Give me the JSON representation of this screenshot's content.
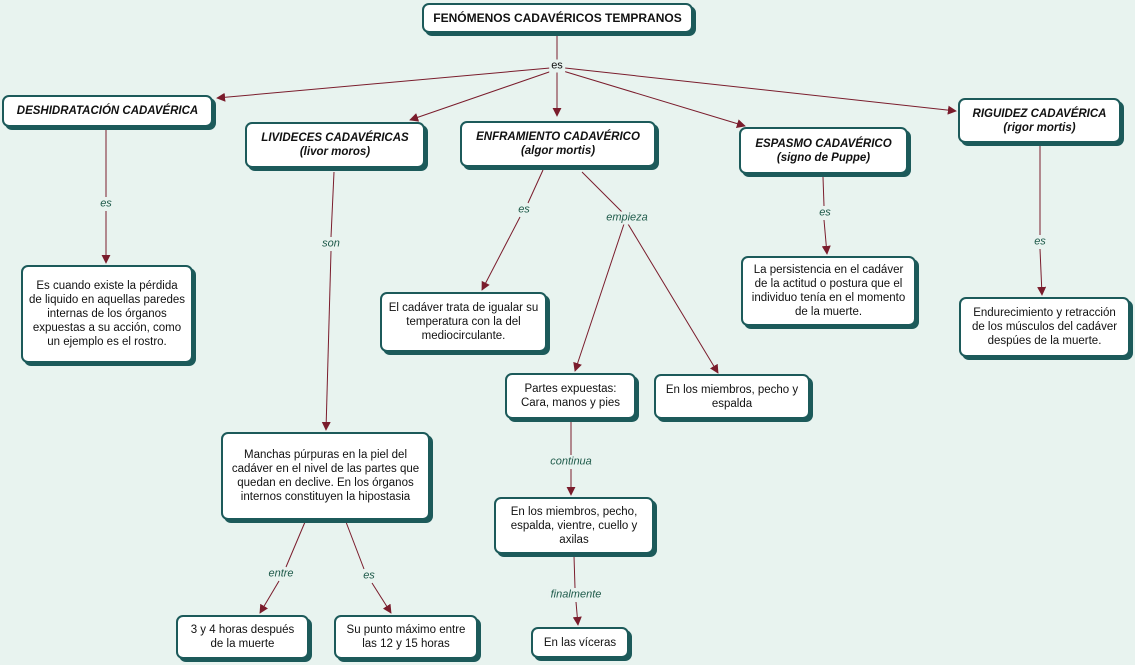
{
  "nodes": {
    "root": {
      "l1": "FENÓMENOS CADAVÉRICOS TEMPRANOS"
    },
    "deshidratacion": {
      "l1": "DESHIDRATACIÓN CADAVÉRICA"
    },
    "livideces": {
      "l1": "LIVIDECES CADAVÉRICAS",
      "l2": "(livor moros)"
    },
    "enfriamiento": {
      "l1": "ENFRAMIENTO CADAVÉRICO",
      "l2": "(algor mortis)"
    },
    "espasmo": {
      "l1": "ESPASMO CADAVÉRICO",
      "l2": "(signo de Puppe)"
    },
    "rigidez": {
      "l1": "RIGUIDEZ CADAVÉRICA",
      "l2": "(rigor mortis)"
    },
    "deshid_def": {
      "l1": "Es cuando existe la pérdida de liquido en aquellas paredes internas de los órganos expuestas a su acción, como un ejemplo es el rostro."
    },
    "enfr_def": {
      "l1": "El cadáver trata de igualar su temperatura con la del mediocirculante."
    },
    "partes": {
      "l1": "Partes expuestas:",
      "l2": "Cara, manos y pies"
    },
    "miembros1": {
      "l1": "En los miembros, pecho y espalda"
    },
    "espasmo_def": {
      "l1": "La persistencia en el cadáver de la actitud o postura que el individuo tenía en el momento de la muerte."
    },
    "rigidez_def": {
      "l1": "Endurecimiento y retracción de los músculos del cadáver despúes de la muerte."
    },
    "manchas": {
      "l1": "Manchas púrpuras en la piel del cadáver en el nivel de las partes que quedan en declive. En los órganos internos constituyen la hipostasia"
    },
    "miembros2": {
      "l1": "En los miembros, pecho, espalda, vientre, cuello y axilas"
    },
    "horas": {
      "l1": "3 y 4 horas después de la muerte"
    },
    "punto": {
      "l1": "Su punto máximo entre las 12 y 15 horas"
    },
    "visceras": {
      "l1": "En las víceras"
    }
  },
  "links": {
    "es_root": "es",
    "es_deshid": "es",
    "son_liv": "son",
    "es_enfr": "es",
    "empieza": "empieza",
    "es_espasmo": "es",
    "es_rigidez": "es",
    "continua": "continua",
    "entre": "entre",
    "es_punto": "es",
    "finalmente": "finalmente"
  },
  "colors": {
    "edge": "#7a1c2c",
    "border": "#1c5a5a",
    "background": "#e8f3ef",
    "link_text": "#1e5a4a"
  }
}
